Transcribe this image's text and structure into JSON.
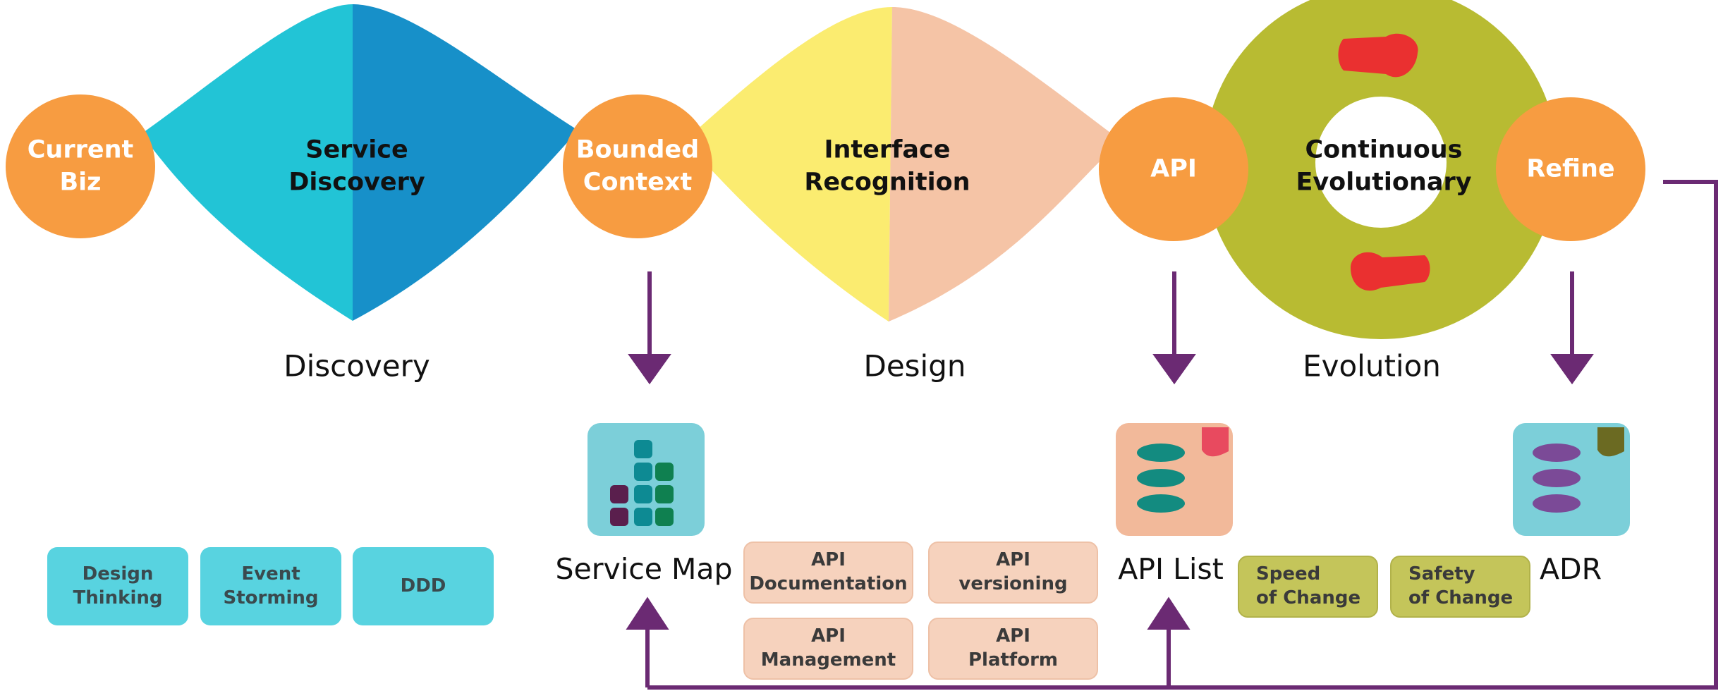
{
  "colors": {
    "node_orange": "#f79c41",
    "discovery_left": "#22c4d6",
    "discovery_right": "#1790c9",
    "design_left": "#fbec70",
    "design_right": "#f5c4a6",
    "evolution_ring": "#b8bb32",
    "evolution_arrow": "#ea3030",
    "flow_arrow": "#6b2a73"
  },
  "nodes": [
    {
      "id": "current-biz",
      "label": "Current\nBiz"
    },
    {
      "id": "bounded-context",
      "label": "Bounded\nContext"
    },
    {
      "id": "api",
      "label": "API"
    },
    {
      "id": "refine",
      "label": "Refine"
    }
  ],
  "shapes": [
    {
      "id": "service-discovery",
      "label": "Service\nDiscovery"
    },
    {
      "id": "interface-recognition",
      "label": "Interface\nRecognition"
    },
    {
      "id": "continuous-evolutionary",
      "label": "Continuous\nEvolutionary"
    }
  ],
  "phases": [
    "Discovery",
    "Design",
    "Evolution"
  ],
  "artifacts": [
    {
      "id": "service-map",
      "label": "Service Map",
      "icon": "service-map-icon"
    },
    {
      "id": "api-list",
      "label": "API List",
      "icon": "api-list-icon"
    },
    {
      "id": "adr",
      "label": "ADR",
      "icon": "adr-icon"
    }
  ],
  "discovery_tags": [
    "Design\nThinking",
    "Event\nStorming",
    "DDD"
  ],
  "design_tags": [
    "API\nDocumentation",
    "API\nversioning",
    "API\nManagement",
    "API\nPlatform"
  ],
  "evolution_tags": [
    "Speed\nof Change",
    "Safety\nof Change"
  ]
}
